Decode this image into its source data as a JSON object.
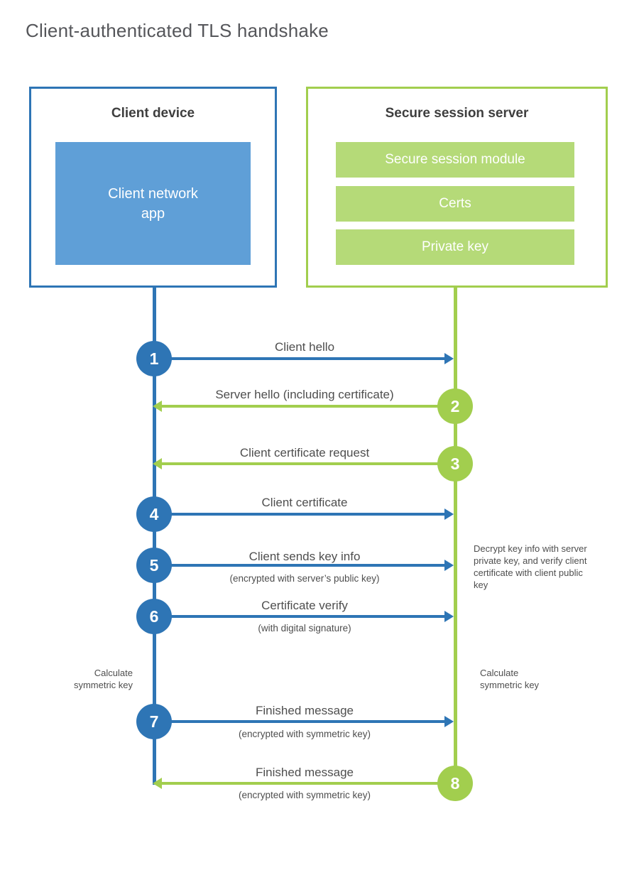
{
  "title": "Client-authenticated TLS handshake",
  "colors": {
    "blue": "#2e75b5",
    "light-blue": "#5f9fd7",
    "green": "#a2ce4e",
    "light-green": "#b5da78"
  },
  "client": {
    "title": "Client device",
    "app_label": "Client network app"
  },
  "server": {
    "title": "Secure session server",
    "modules": [
      "Secure session module",
      "Certs",
      "Private key"
    ]
  },
  "messages": [
    {
      "num": "1",
      "from": "client",
      "to": "server",
      "label": "Client hello"
    },
    {
      "num": "2",
      "from": "server",
      "to": "client",
      "label": "Server hello (including certificate)"
    },
    {
      "num": "3",
      "from": "server",
      "to": "client",
      "label": "Client certificate request"
    },
    {
      "num": "4",
      "from": "client",
      "to": "server",
      "label": "Client certificate"
    },
    {
      "num": "5",
      "from": "client",
      "to": "server",
      "label": "Client sends key info",
      "sublabel": "(encrypted with server’s public key)"
    },
    {
      "num": "6",
      "from": "client",
      "to": "server",
      "label": "Certificate verify",
      "sublabel": "(with digital signature)"
    },
    {
      "num": "7",
      "from": "client",
      "to": "server",
      "label": "Finished message",
      "sublabel": "(encrypted with symmetric key)"
    },
    {
      "num": "8",
      "from": "server",
      "to": "client",
      "label": "Finished message",
      "sublabel": "(encrypted with symmetric key)"
    }
  ],
  "annotations": {
    "decrypt_note": "Decrypt key info with server private key, and verify client certificate with client public key",
    "calc_left": "Calculate symmetric key",
    "calc_right": "Calculate symmetric key"
  }
}
